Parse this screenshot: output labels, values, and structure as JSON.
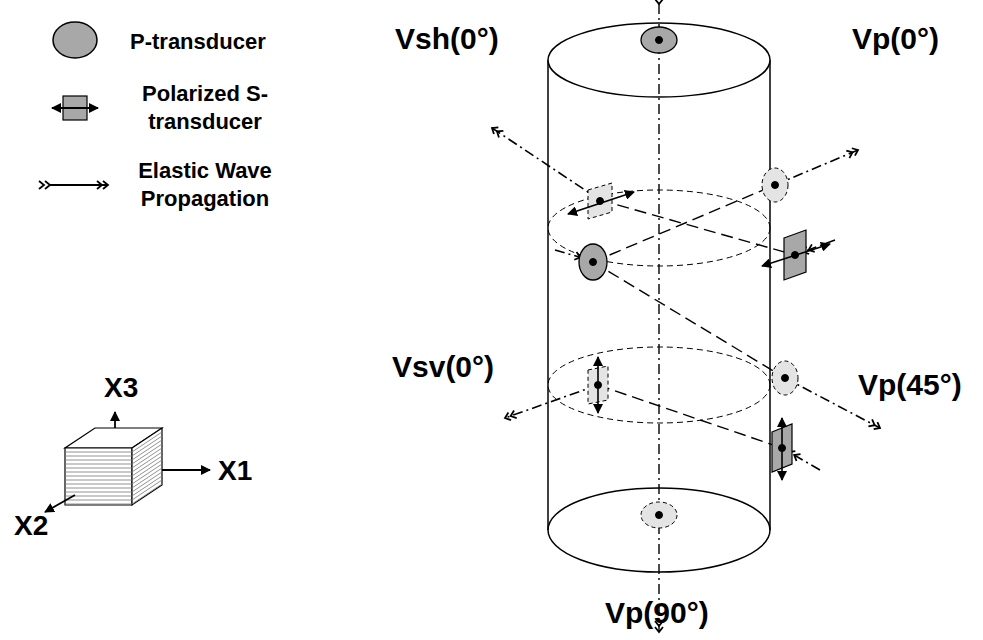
{
  "diagram": {
    "labels": [
      "Vsh(0°)",
      "Vp(0°)",
      "Vsv(0°)",
      "Vp(45°)",
      "Vp(90°)",
      "X3",
      "X1",
      "X2"
    ],
    "legend": [
      {
        "text": "P-transducer"
      },
      {
        "text": "Polarized S-transducer"
      },
      {
        "text": "Elastic Wave Propagation"
      }
    ]
  }
}
